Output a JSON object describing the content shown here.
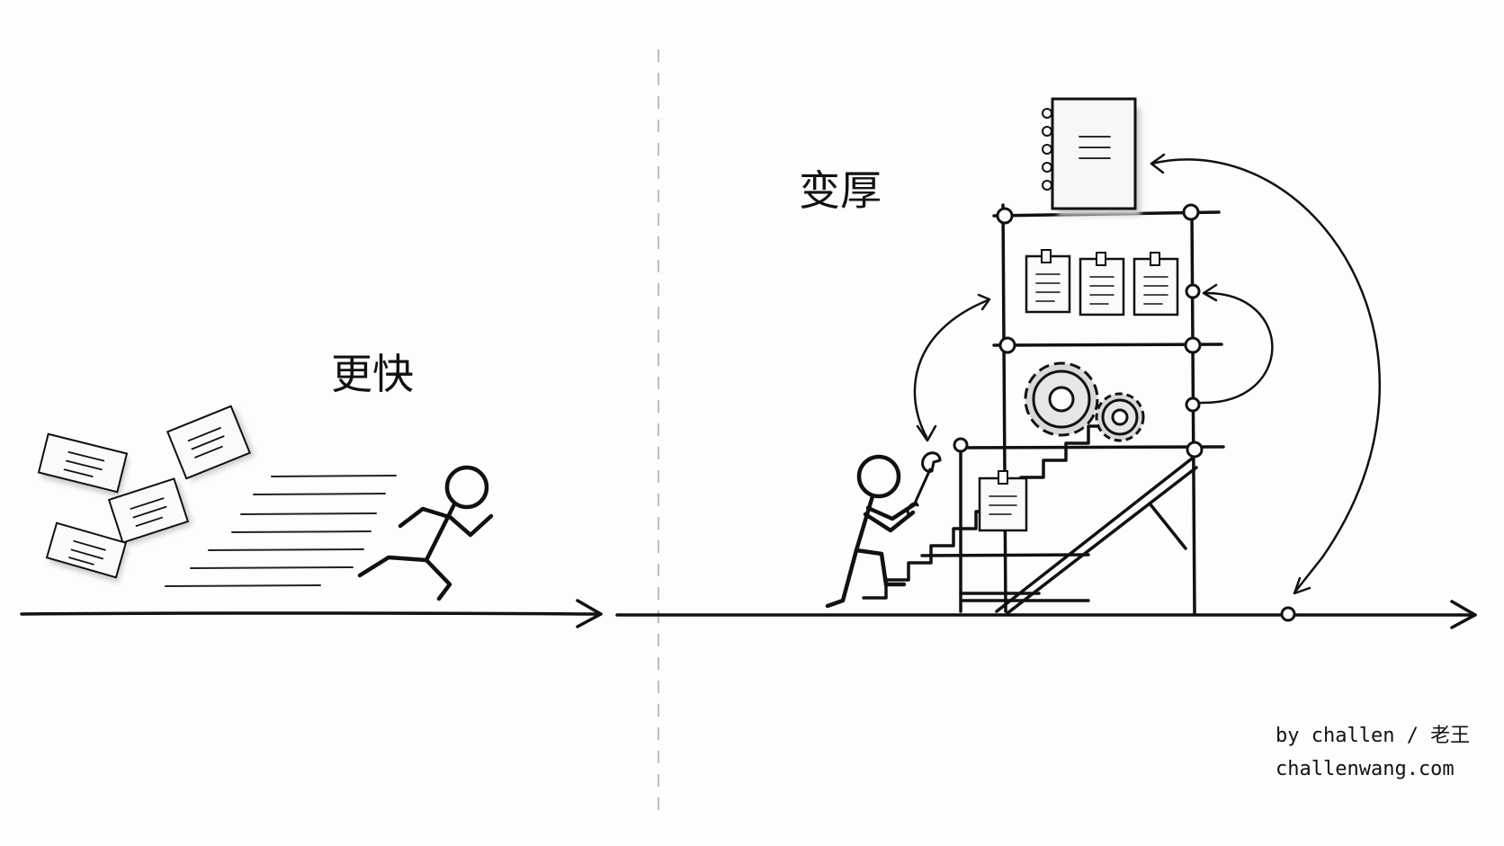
{
  "left_panel": {
    "label": "更快"
  },
  "right_panel": {
    "label": "变厚"
  },
  "credit": {
    "byline": "by challen / 老王",
    "site": "challenwang.com"
  },
  "colors": {
    "ink": "#111111",
    "paper": "#fdfdfc",
    "shadow": "#cfcfcf"
  }
}
